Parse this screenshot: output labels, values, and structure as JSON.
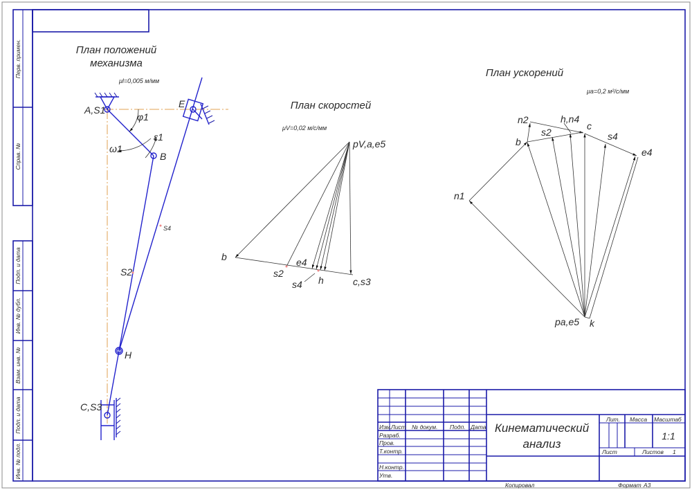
{
  "side_strip": [
    "Перв. примен.",
    "Справ. №",
    "Подп. и дата",
    "Инв. № дубл.",
    "Взам. инв. №",
    "Подп. и дата",
    "Инв. № подл."
  ],
  "mechanism": {
    "title_line1": "План положений",
    "title_line2": "механизма",
    "scale": "μl=0,005 м/мм",
    "labels": {
      "A": "A,S1",
      "E": "E",
      "phi": "φ1",
      "eps": "ε1",
      "omega": "ω1",
      "B": "B",
      "S4": "S4",
      "S2": "S2",
      "H": "H",
      "C": "C,S3"
    }
  },
  "velocity_plan": {
    "title": "План скоростей",
    "scale": "μV=0,02 м/с/мм",
    "labels": {
      "p": "pV,a,e5",
      "b": "b",
      "s2": "s2",
      "e4": "e4",
      "s4": "s4",
      "h": "h",
      "c": "c,s3"
    }
  },
  "acceleration_plan": {
    "title": "План ускорений",
    "scale": "μa=0,2 м²/с/мм",
    "labels": {
      "n2": "n2",
      "hn4": "h,n4",
      "c": "c",
      "s2": "s2",
      "s4": "s4",
      "b": "b",
      "e4": "e4",
      "n1": "n1",
      "pa": "pa,e5",
      "k": "k"
    }
  },
  "title_block": {
    "headers": [
      "Изм.",
      "Лист",
      "№ докум.",
      "Подп.",
      "Дата"
    ],
    "rows": [
      "Разраб.",
      "Пров.",
      "Т.контр.",
      "",
      "Н.контр.",
      "Утв."
    ],
    "title_line1": "Кинематический",
    "title_line2": "анализ",
    "lit": "Лит.",
    "mass": "Масса",
    "scale_label": "Масштаб",
    "scale_value": "1:1",
    "sheet": "Лист",
    "sheets": "Листов",
    "sheets_value": "1",
    "copied": "Копировал",
    "format": "Формат",
    "format_value": "A3"
  },
  "colors": {
    "frame": "#1a1aa8",
    "links": "#2222cc",
    "axis": "#e0a050",
    "vectors": "#333333"
  }
}
